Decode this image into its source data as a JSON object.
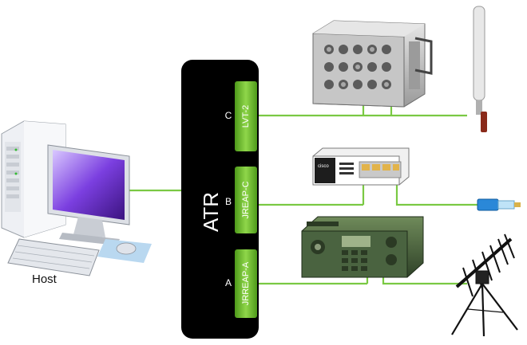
{
  "host": {
    "label": "Host"
  },
  "atr": {
    "title": "ATR"
  },
  "ports": [
    {
      "slot": "C",
      "name": "LVT-2"
    },
    {
      "slot": "B",
      "name": "JREAP-C"
    },
    {
      "slot": "A",
      "name": "JRREAP-A"
    }
  ],
  "devices": {
    "top_unit": {
      "icon": "military-radio-unit-icon"
    },
    "antenna": {
      "icon": "whip-antenna-icon"
    },
    "switch": {
      "icon": "cisco-network-switch-icon",
      "brand": "cisco"
    },
    "cable": {
      "icon": "ethernet-cable-icon"
    },
    "field_radio": {
      "icon": "field-radio-icon"
    },
    "yagi": {
      "icon": "yagi-antenna-tripod-icon"
    }
  },
  "colors": {
    "link_green": "#7ac943",
    "port_green": "#6ab82a",
    "atr_black": "#000000"
  }
}
